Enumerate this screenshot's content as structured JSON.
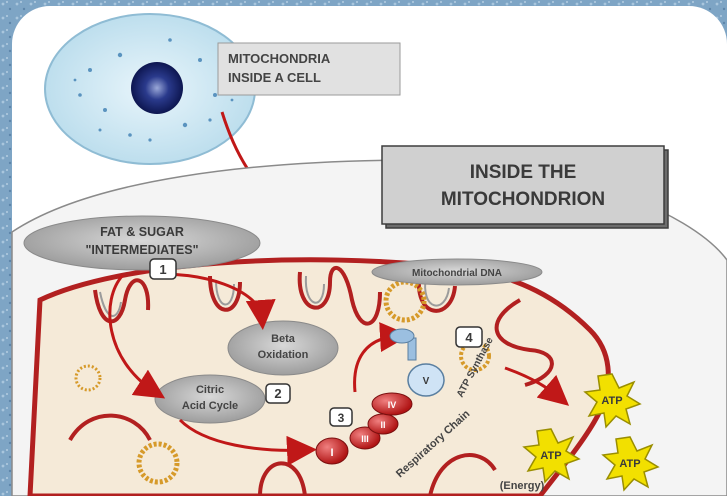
{
  "labels": {
    "cell_line1": "MITOCHONDRIA",
    "cell_line2": "INSIDE A CELL",
    "title_line1": "INSIDE THE",
    "title_line2": "MITOCHONDRION",
    "fat_line1": "FAT & SUGAR",
    "fat_line2": "\"INTERMEDIATES\"",
    "mito_dna": "Mitochondrial DNA",
    "beta_line1": "Beta",
    "beta_line2": "Oxidation",
    "citric_line1": "Citric",
    "citric_line2": "Acid Cycle",
    "resp_chain": "Respiratory Chain",
    "atp_synthase": "ATP Synthase",
    "energy": "(Energy)"
  },
  "steps": {
    "s1": "1",
    "s2": "2",
    "s3": "3",
    "s4": "4"
  },
  "complexes": {
    "c1": "I",
    "c2": "II",
    "c3": "III",
    "c4": "IV",
    "c5": "V"
  },
  "atp": [
    "ATP",
    "ATP",
    "ATP"
  ],
  "colors": {
    "cell_fill": "#d7ecf4",
    "nucleus": "#1a2a6b",
    "arrow_red": "#c01818",
    "membrane": "#b22020",
    "inner_fill": "#f3e6d3",
    "atp_fill": "#f2e000"
  }
}
